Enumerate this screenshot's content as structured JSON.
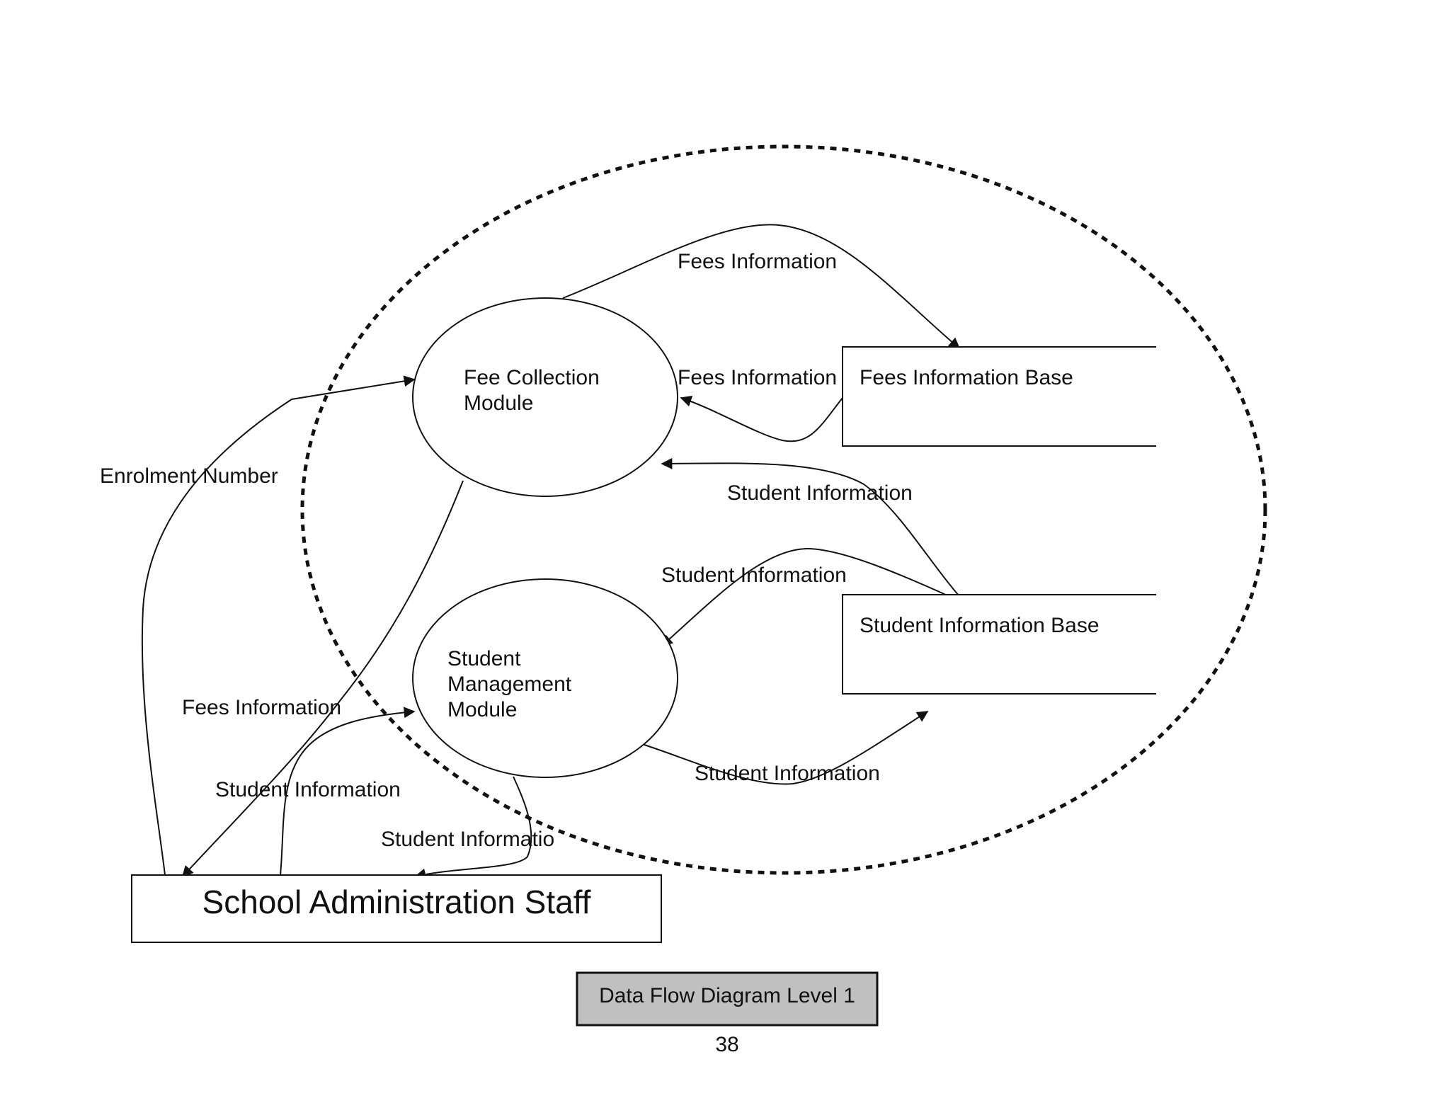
{
  "nodes": {
    "fee_collection": [
      "Fee Collection",
      "Module"
    ],
    "student_management": [
      "Student",
      "Management",
      "Module"
    ]
  },
  "stores": {
    "fees_base": "Fees Information Base",
    "student_base": "Student Information Base"
  },
  "entity": "School Administration Staff",
  "flows": {
    "fees_to_store": "Fees Information",
    "store_to_fee_module": "Fees Information",
    "student_base_to_fee_module": "Student Information",
    "student_base_to_student_module": "Student Information",
    "student_module_to_student_base": "Student Information",
    "enrolment_number": "Enrolment Number",
    "fees_to_staff": "Fees Information",
    "staff_to_student_module": "Student Information",
    "student_module_to_staff": "Student Informatio"
  },
  "caption": "Data Flow Diagram Level 1",
  "page_number": "38"
}
